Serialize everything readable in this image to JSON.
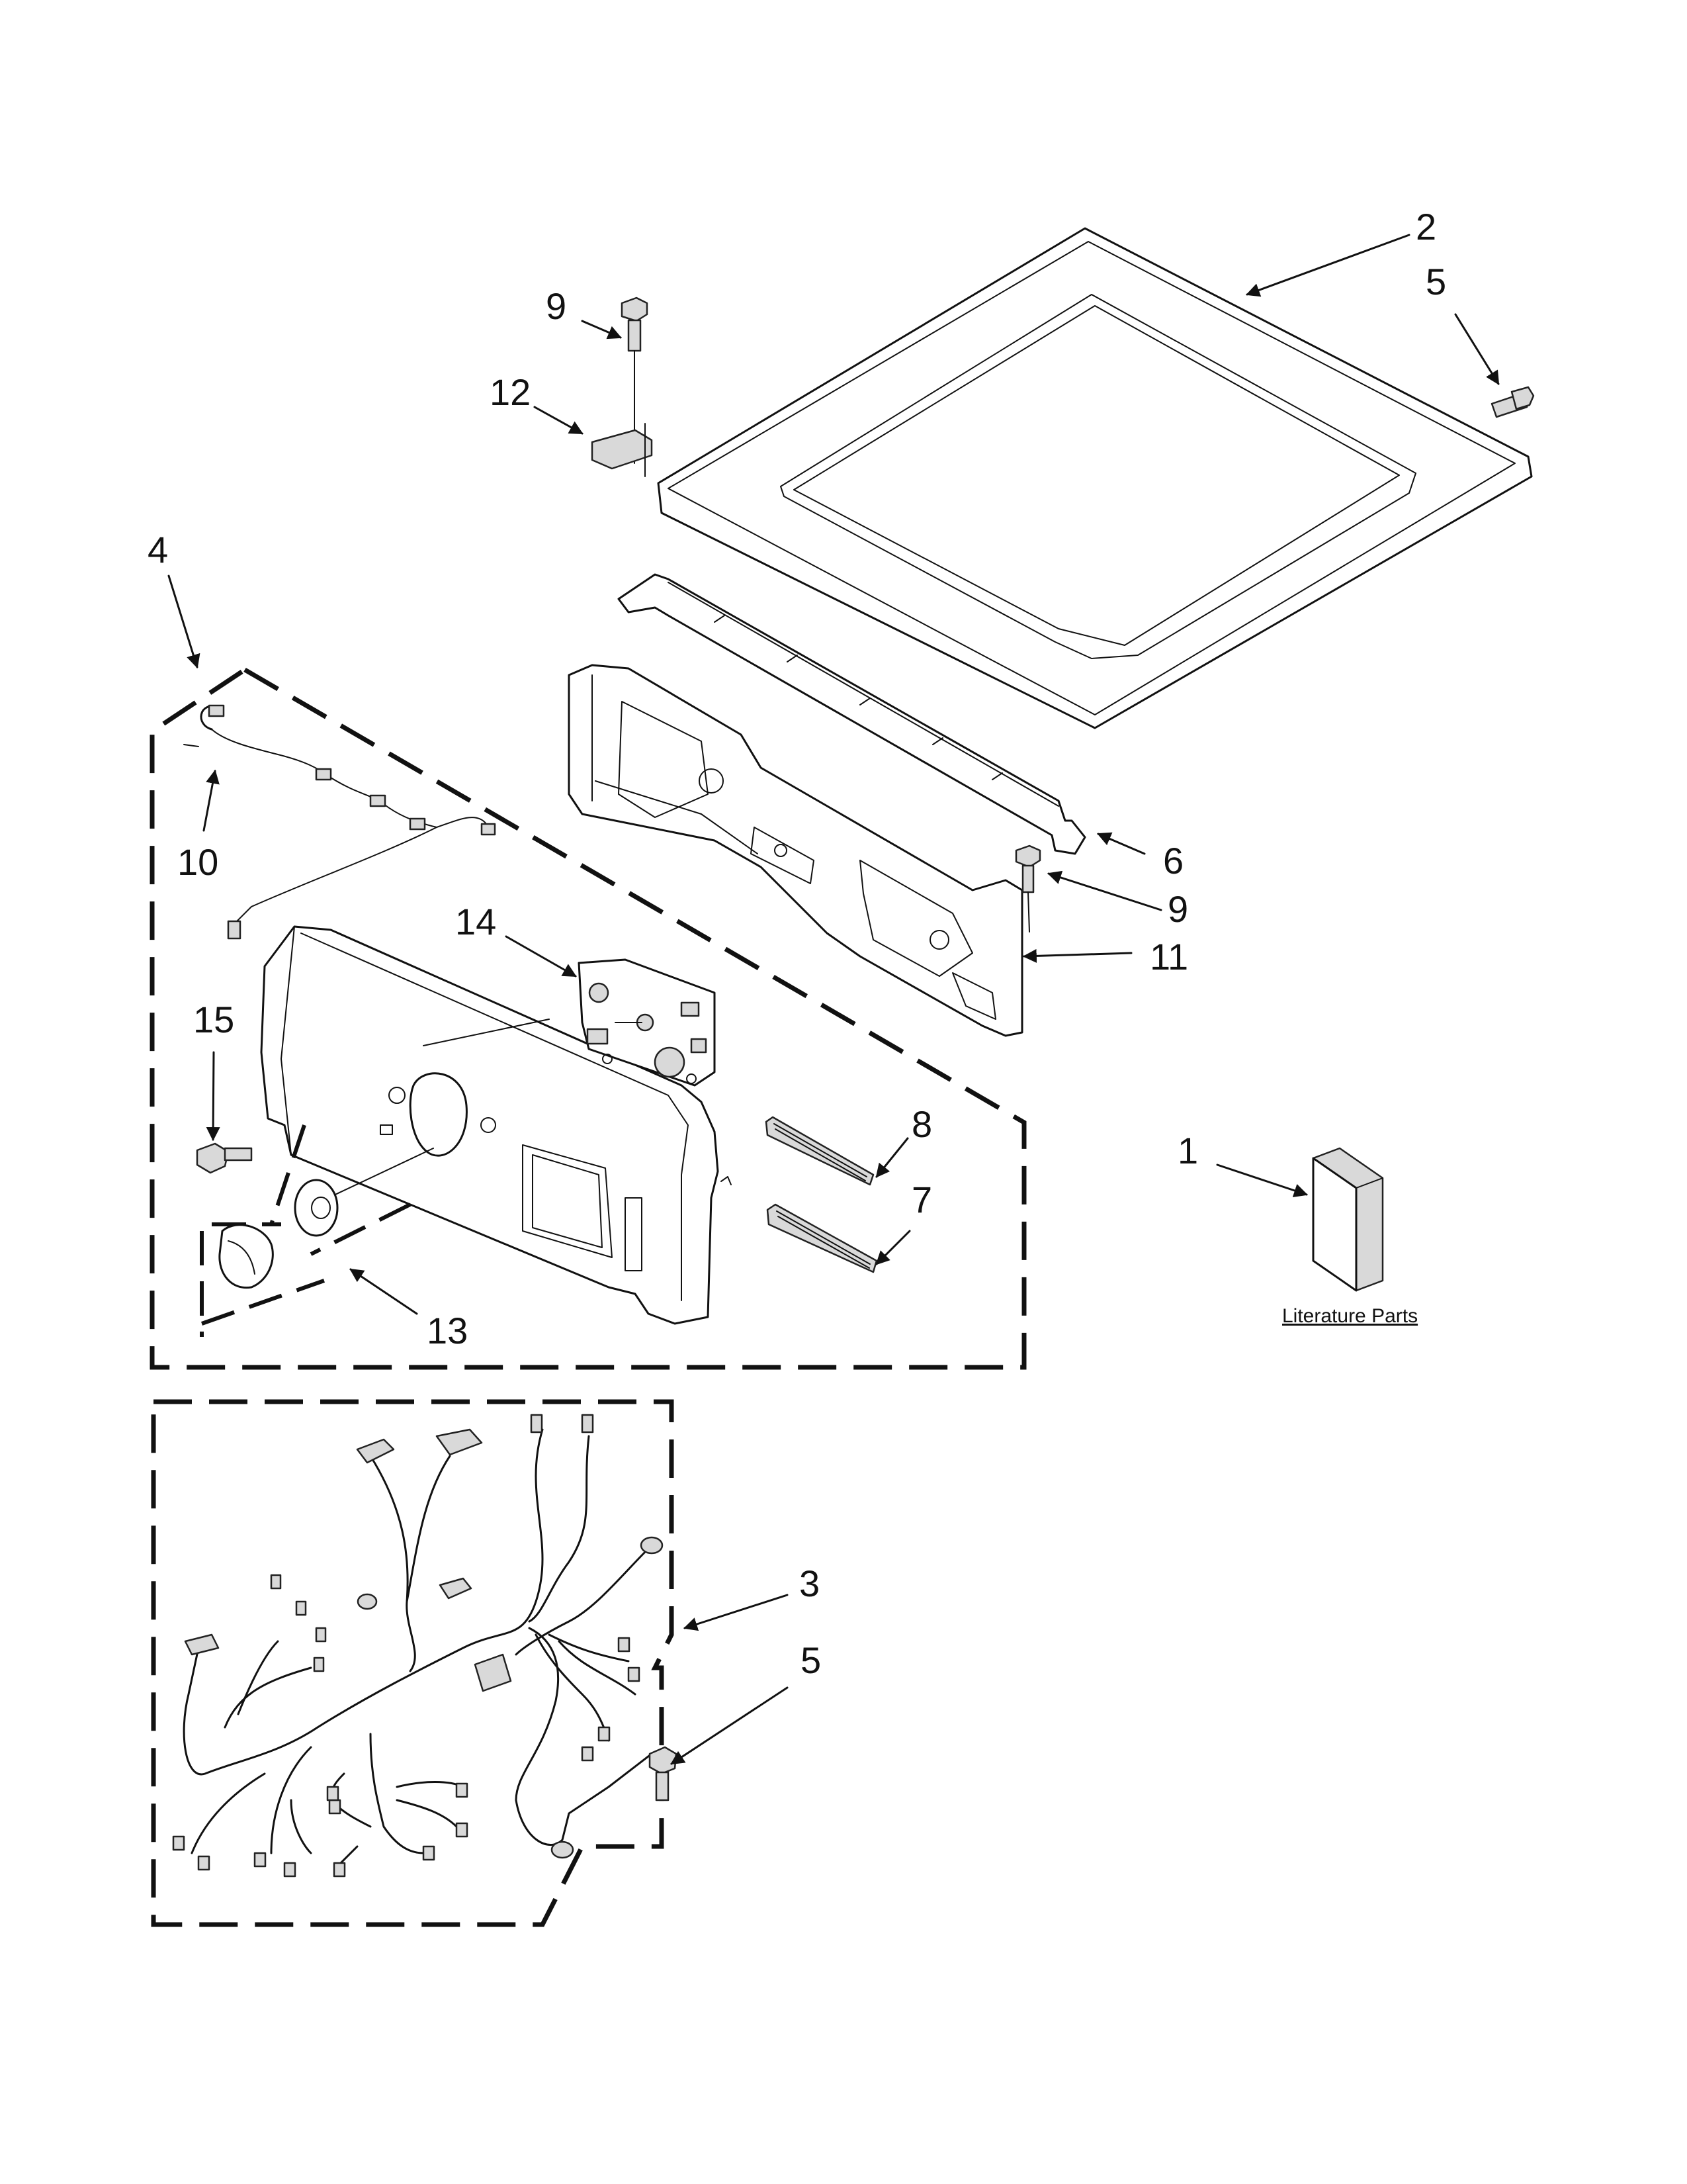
{
  "callouts": {
    "c1": "1",
    "c2": "2",
    "c3": "3",
    "c4": "4",
    "c5a": "5",
    "c5b": "5",
    "c6": "6",
    "c7": "7",
    "c8": "8",
    "c9a": "9",
    "c9b": "9",
    "c10": "10",
    "c11": "11",
    "c12": "12",
    "c13": "13",
    "c14": "14",
    "c15": "15"
  },
  "literature_label": "Literature Parts"
}
